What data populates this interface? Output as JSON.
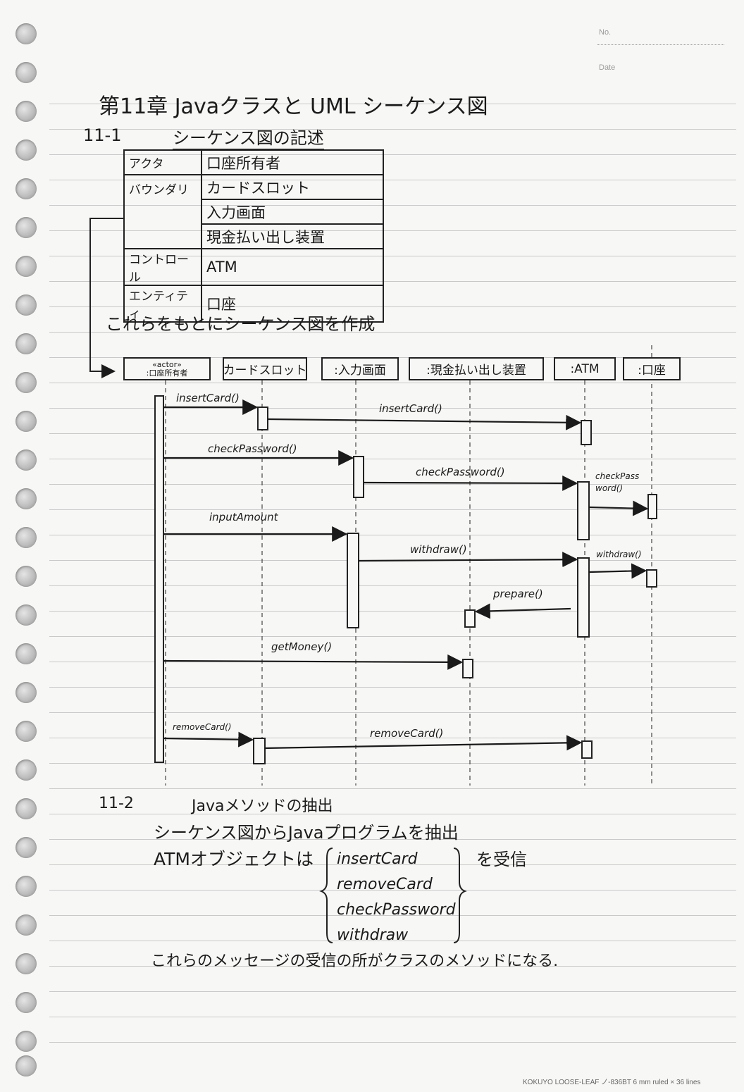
{
  "header": {
    "no_label": "No.",
    "date_label": "Date"
  },
  "chapter_title": "第11章 Javaクラスと UML シーケンス図",
  "section1": {
    "number": "11-1",
    "title": "シーケンス図の記述",
    "table": [
      {
        "category": "アクタ",
        "values": [
          "口座所有者"
        ]
      },
      {
        "category": "バウンダリ",
        "values": [
          "カードスロット",
          "入力画面",
          "現金払い出し装置"
        ]
      },
      {
        "category": "コントロール",
        "values": [
          "ATM"
        ]
      },
      {
        "category": "エンティティ",
        "values": [
          "口座"
        ]
      }
    ],
    "note": "これらをもとにシーケンス図を作成"
  },
  "sequence": {
    "lifelines": [
      {
        "stereotype": "«actor»",
        "label": ":口座所有者"
      },
      {
        "label": "カードスロット"
      },
      {
        "label": ":入力画面"
      },
      {
        "label": ":現金払い出し装置"
      },
      {
        "label": ":ATM"
      },
      {
        "label": ":口座"
      }
    ],
    "messages": [
      {
        "label": "insertCard()"
      },
      {
        "label": "insertCard()"
      },
      {
        "label": "checkPassword()"
      },
      {
        "label": "checkPassword()"
      },
      {
        "label": "checkPass word()"
      },
      {
        "label": "inputAmount"
      },
      {
        "label": "withdraw()"
      },
      {
        "label": "withdraw()"
      },
      {
        "label": "prepare()"
      },
      {
        "label": "getMoney()"
      },
      {
        "label": "removeCard()"
      },
      {
        "label": "removeCard()"
      }
    ]
  },
  "section2": {
    "number": "11-2",
    "title": "Javaメソッドの抽出",
    "line1": "シーケンス図からJavaプログラムを抽出",
    "atm_prefix": "ATMオブジェクトは",
    "methods": [
      "insertCard",
      "removeCard",
      "checkPassword",
      "withdraw"
    ],
    "atm_suffix": "を受信",
    "conclusion": "これらのメッセージの受信の所がクラスのメソッドになる."
  },
  "footer": "KOKUYO LOOSE-LEAF ノ-836BT 6 mm ruled × 36 lines"
}
